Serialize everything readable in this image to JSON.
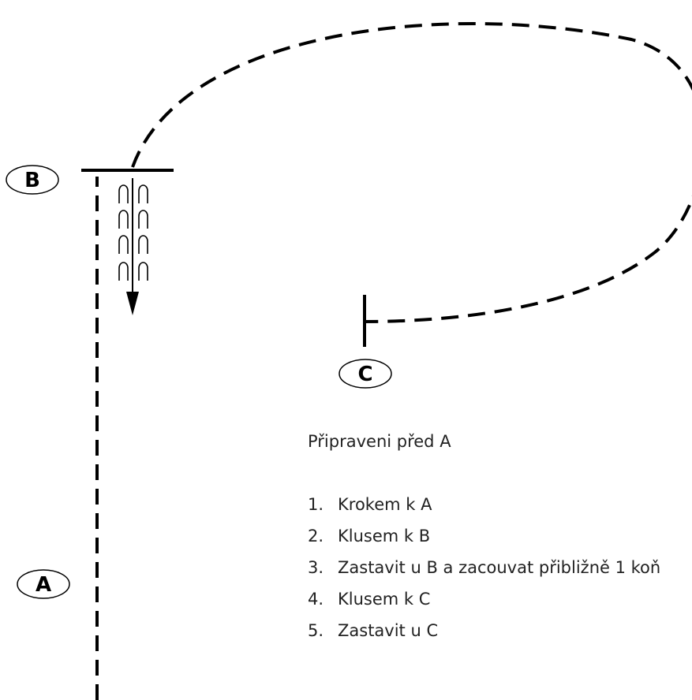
{
  "markers": [
    {
      "id": "B",
      "label": "B"
    },
    {
      "id": "C",
      "label": "C"
    },
    {
      "id": "A",
      "label": "A"
    }
  ],
  "icons": {
    "hoofprints": "hoof-prints-icon",
    "direction": "arrow-down-icon"
  },
  "colors": {
    "line": "#000000",
    "text": "#222222",
    "background": "#ffffff"
  },
  "instructions": {
    "intro": "Připraveni před A",
    "steps": [
      {
        "number": "1.",
        "text": "Krokem k A"
      },
      {
        "number": "2.",
        "text": "Klusem k B"
      },
      {
        "number": "3.",
        "text": "Zastavit u B a zacouvat přibližně 1 koň"
      },
      {
        "number": "4.",
        "text": "Klusem k C"
      },
      {
        "number": "5.",
        "text": "Zastavit u C"
      }
    ]
  }
}
